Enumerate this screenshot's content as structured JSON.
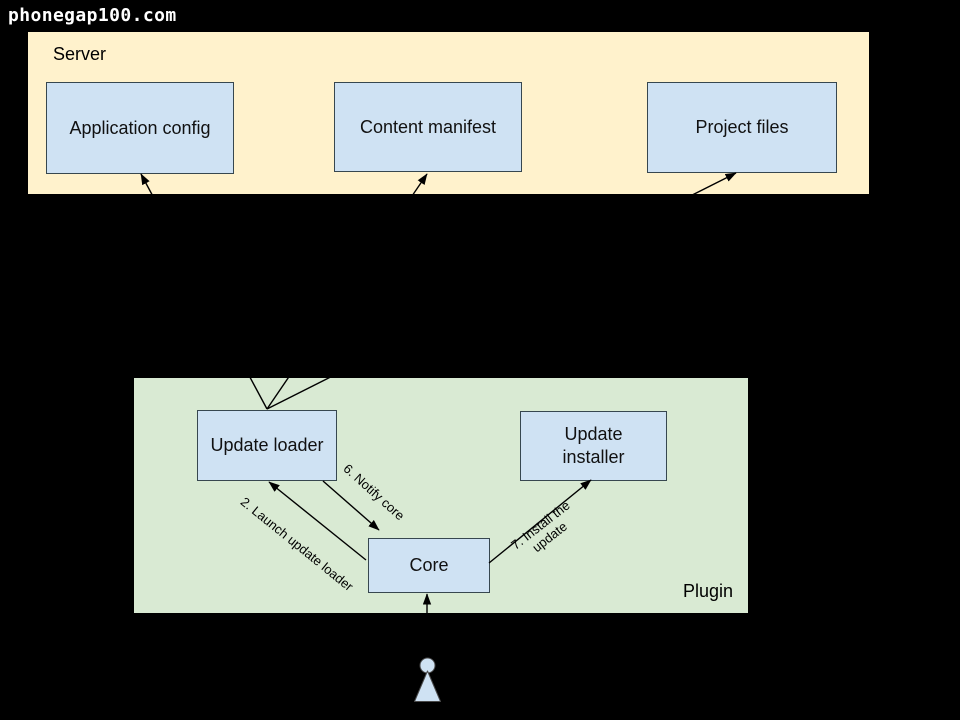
{
  "watermark": {
    "text": "phonegap100.com"
  },
  "groups": {
    "server": {
      "label": "Server"
    },
    "plugin": {
      "label": "Plugin"
    }
  },
  "nodes": {
    "application_config": {
      "label": "Application config"
    },
    "content_manifest": {
      "label": "Content manifest"
    },
    "project_files": {
      "label": "Project files"
    },
    "update_loader": {
      "label": "Update loader"
    },
    "update_installer": {
      "label": "Update installer"
    },
    "core": {
      "label": "Core"
    }
  },
  "edges": {
    "launch_update_loader": {
      "label": "2. Launch update loader"
    },
    "notify_core": {
      "label": "6. Notify core"
    },
    "install_update": {
      "label": "7. Install the update"
    }
  },
  "icons": {
    "actor": "person-actor-icon"
  },
  "colors": {
    "background": "#000000",
    "server_fill": "#fff2cc",
    "plugin_fill": "#d9ead3",
    "node_fill": "#cfe2f3",
    "node_border": "#37474f",
    "edge_stroke": "#000000",
    "watermark_text": "#ffffff"
  }
}
